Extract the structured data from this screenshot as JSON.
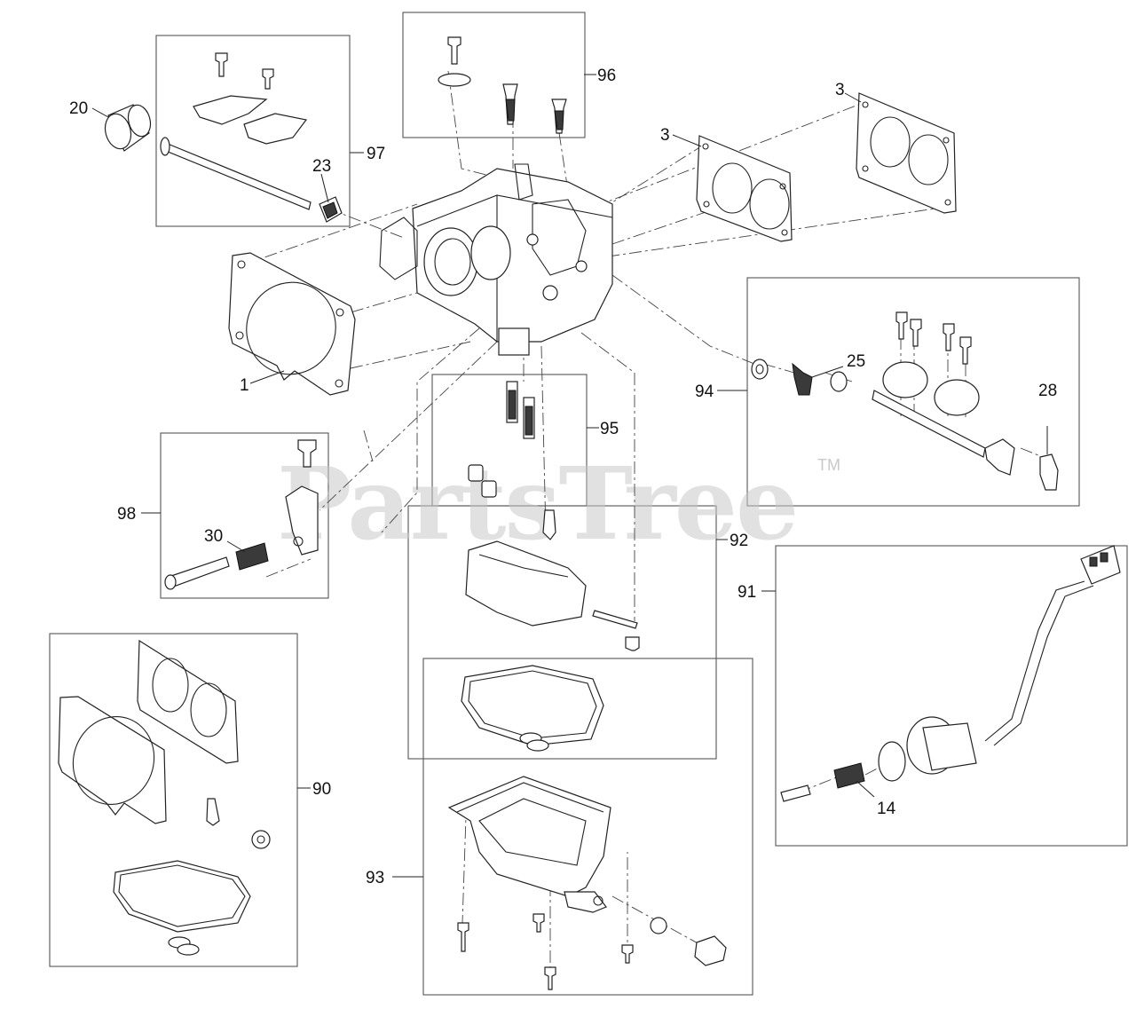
{
  "watermark": {
    "text": "PartsTree",
    "trademark": "TM"
  },
  "callouts": [
    "1",
    "3",
    "3",
    "14",
    "20",
    "23",
    "25",
    "28",
    "30",
    "90",
    "91",
    "92",
    "93",
    "94",
    "95",
    "96",
    "97",
    "98"
  ],
  "colors": {
    "line": "#222222",
    "box": "#555555",
    "watermark": "#c9c9c9",
    "background": "#ffffff"
  }
}
